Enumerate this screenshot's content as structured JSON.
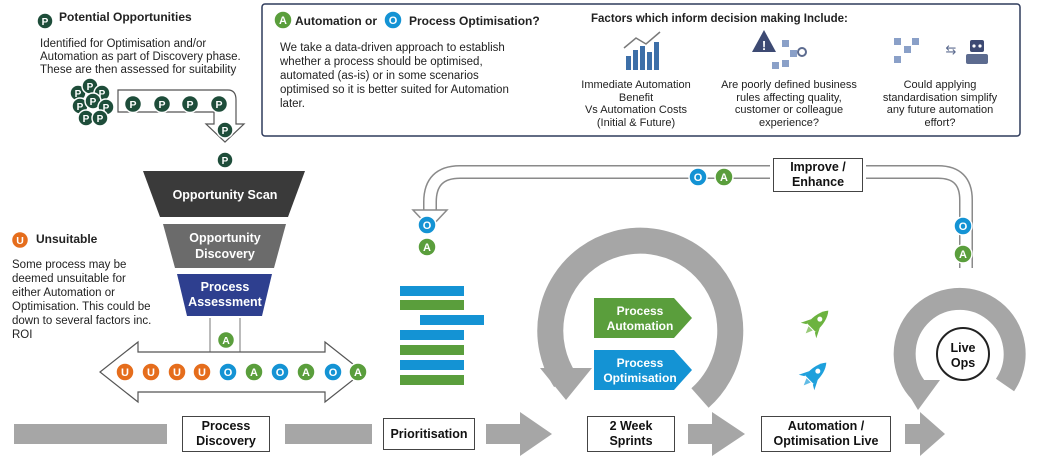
{
  "colors": {
    "p_green": "#1e4d3a",
    "a_green": "#5a9e3c",
    "o_blue": "#1493d4",
    "u_orange": "#e56d1c",
    "funnel_dark": "#3a3a3a",
    "funnel_mid": "#6b6b6b",
    "funnel_blue": "#2e3f8f",
    "grey_arrow": "#a6a6a6",
    "panel_border": "#2f3b5c"
  },
  "badges": {
    "p": "P",
    "a": "A",
    "o": "O",
    "u": "U"
  },
  "potential": {
    "title": "Potential Opportunities",
    "text": [
      "Identified for Optimisation and/or",
      "Automation as part of Discovery phase.",
      "These are then assessed for suitability"
    ]
  },
  "unsuitable": {
    "title": "Unsuitable",
    "text": [
      "Some process may be",
      "deemed unsuitable for",
      "either Automation or",
      "Optimisation.  This could be",
      "down to several factors inc.",
      "ROI"
    ]
  },
  "info_panel": {
    "title_a": "Automation or",
    "title_o": "Process Optimisation?",
    "text": [
      "We take a data-driven approach to establish",
      "whether a process should be optimised,",
      "automated (as-is) or in some scenarios",
      "optimised so it is better suited for Automation",
      "later."
    ],
    "factors_title": "Factors which inform decision making Include:",
    "factors": [
      {
        "icon": "chart-icon",
        "lines": [
          "Immediate Automation",
          "Benefit",
          "Vs Automation Costs",
          "(Initial & Future)"
        ]
      },
      {
        "icon": "warning-flow-icon",
        "lines": [
          "Are poorly defined business",
          "rules affecting quality,",
          "customer or colleague",
          "experience?"
        ]
      },
      {
        "icon": "robot-flow-icon",
        "lines": [
          "Could applying",
          "standardisation simplify",
          "any future automation",
          "effort?"
        ]
      }
    ]
  },
  "funnel": [
    "Opportunity Scan",
    "Opportunity|Discovery",
    "Process|Assessment"
  ],
  "stages": {
    "discovery": "Process|Discovery",
    "prioritisation": "Prioritisation",
    "sprints": "2 Week|Sprints",
    "live": "Automation /|Optimisation Live",
    "improve": "Improve /|Enhance",
    "live_ops": "Live|Ops"
  },
  "sprint_labels": {
    "automation": "Process|Automation",
    "optimisation": "Process|Optimisation"
  },
  "split_row": [
    "U",
    "U",
    "U",
    "U",
    "O",
    "A",
    "O",
    "A",
    "O",
    "A"
  ]
}
